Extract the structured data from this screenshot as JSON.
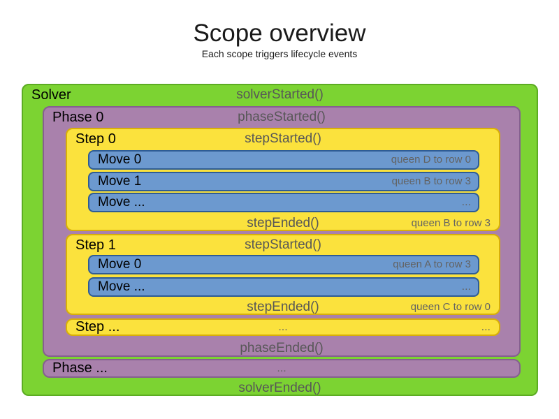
{
  "title": "Scope overview",
  "subtitle": "Each scope triggers lifecycle events",
  "colors": {
    "solver_fill": "#7cd332",
    "solver_border": "#5cac22",
    "phase_fill": "#a981ac",
    "phase_border": "#85608f",
    "step_fill": "#fbe23d",
    "step_border": "#d8af08",
    "move_fill": "#6c99cf",
    "move_border": "#2e5c95",
    "title_text": "#1a1a1a",
    "label_text": "#000000",
    "event_text": "#575757",
    "note_text": "#636363"
  },
  "solver": {
    "label": "Solver",
    "started_event": "solverStarted()",
    "ended_event": "solverEnded()",
    "phase": {
      "label": "Phase 0",
      "started_event": "phaseStarted()",
      "ended_event": "phaseEnded()",
      "steps": [
        {
          "label": "Step 0",
          "started_event": "stepStarted()",
          "ended_event": "stepEnded()",
          "ended_note": "queen B to row 3",
          "moves": [
            {
              "label": "Move 0",
              "note": "queen D to row 0"
            },
            {
              "label": "Move 1",
              "note": "queen B to row 3"
            },
            {
              "label": "Move ...",
              "note": "..."
            }
          ]
        },
        {
          "label": "Step 1",
          "started_event": "stepStarted()",
          "ended_event": "stepEnded()",
          "ended_note": "queen C to row 0",
          "moves": [
            {
              "label": "Move 0",
              "note": "queen A to row 3"
            },
            {
              "label": "Move ...",
              "note": "..."
            }
          ]
        }
      ],
      "more_steps": {
        "label": "Step ...",
        "center": "...",
        "right": "..."
      }
    },
    "more_phase": {
      "label": "Phase ...",
      "center": "..."
    }
  }
}
